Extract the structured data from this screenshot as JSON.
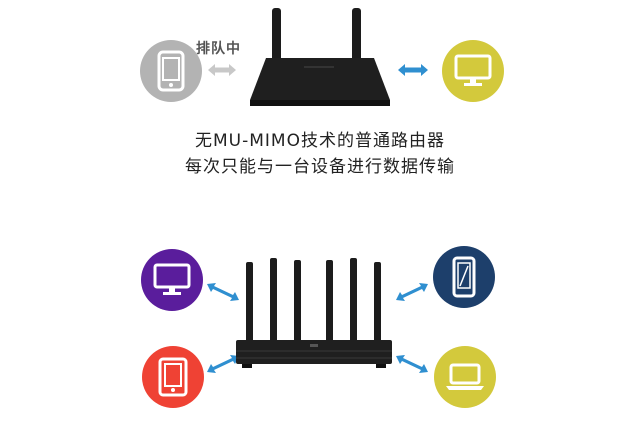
{
  "top": {
    "queue_label": "排队中",
    "caption_line1": "无MU-MIMO技术的普通路由器",
    "caption_line2": "每次只能与一台设备进行数据传输"
  },
  "colors": {
    "gray_device": "#b3b3b3",
    "yellow_device": "#d3c93c",
    "purple_device": "#5a1d9c",
    "red_device": "#ef4234",
    "navy_device": "#1d3f6b",
    "arrow_blue": "#2f8fd0",
    "arrow_gray": "#c8c8c8",
    "router": "#1c1c1c"
  },
  "icons": {
    "top_left": "phone-icon",
    "top_right": "monitor-icon",
    "bottom_left_top": "monitor-icon",
    "bottom_left_bottom": "tablet-icon",
    "bottom_right_top": "phone-icon",
    "bottom_right_bottom": "laptop-icon"
  }
}
